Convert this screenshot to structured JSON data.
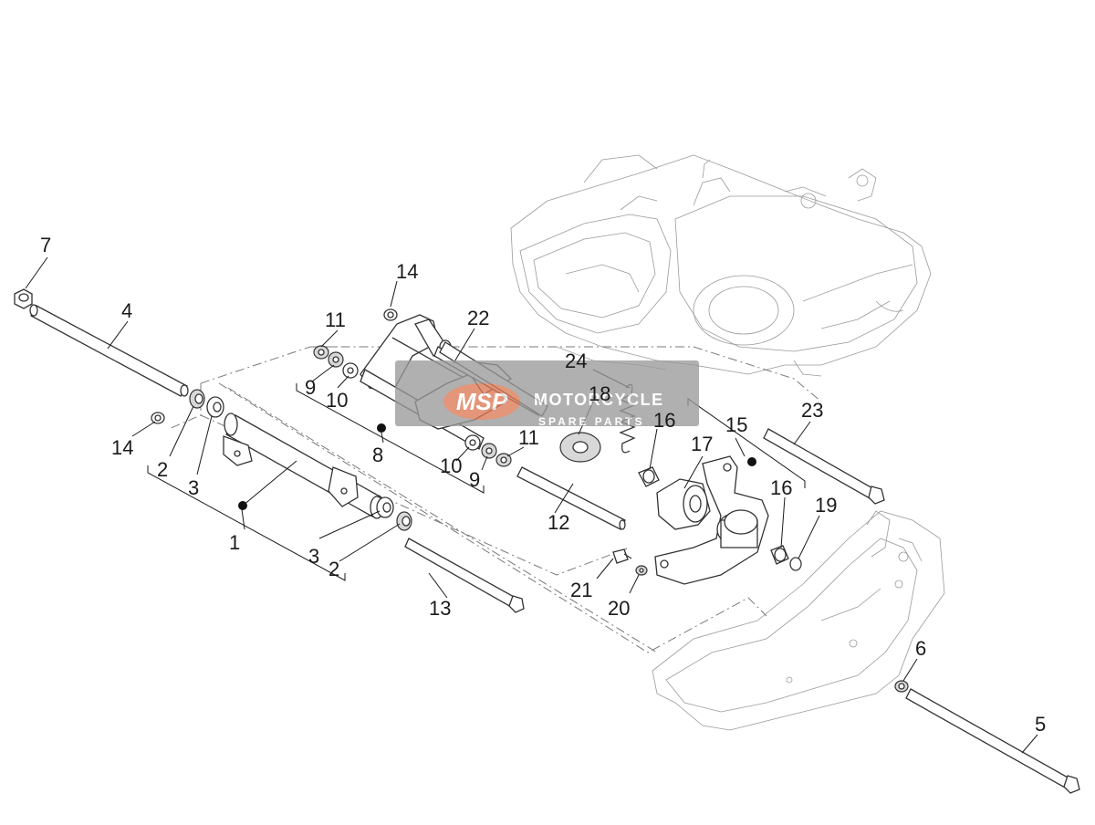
{
  "labels": {
    "p1": "1",
    "p2a": "2",
    "p2b": "2",
    "p3a": "3",
    "p3b": "3",
    "p4": "4",
    "p5": "5",
    "p6": "6",
    "p7": "7",
    "p8": "8",
    "p9a": "9",
    "p9b": "9",
    "p10a": "10",
    "p10b": "10",
    "p11a": "11",
    "p11b": "11",
    "p12": "12",
    "p13": "13",
    "p14a": "14",
    "p14b": "14",
    "p15": "15",
    "p16a": "16",
    "p16b": "16",
    "p17": "17",
    "p18": "18",
    "p19": "19",
    "p20": "20",
    "p21": "21",
    "p22": "22",
    "p23": "23",
    "p24": "24"
  },
  "watermark": {
    "logo": "MSP",
    "line1": "MOTORCYCLE",
    "line2": "SPARE PARTS"
  },
  "colors": {
    "line": "#333333",
    "watermark_bg": "#9a9a9a",
    "watermark_logo": "#e8734a"
  }
}
